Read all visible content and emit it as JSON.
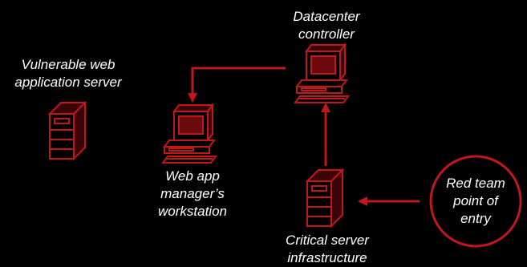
{
  "nodes": {
    "vulnerable_server": {
      "line1": "Vulnerable web",
      "line2": "application server",
      "icon": "server-tower-icon"
    },
    "datacenter_controller": {
      "line1": "Datacenter",
      "line2": "controller",
      "icon": "desktop-computer-icon"
    },
    "web_app_workstation": {
      "line1": "Web app",
      "line2": "manager’s",
      "line3": "workstation",
      "icon": "desktop-computer-icon"
    },
    "critical_infrastructure": {
      "line1": "Critical server",
      "line2": "infrastructure",
      "icon": "server-tower-icon"
    },
    "red_team_entry": {
      "line1": "Red team",
      "line2": "point of",
      "line3": "entry",
      "shape": "circle"
    }
  },
  "edges": [
    {
      "from": "red_team_entry",
      "to": "critical_infrastructure"
    },
    {
      "from": "critical_infrastructure",
      "to": "datacenter_controller"
    },
    {
      "from": "datacenter_controller",
      "to": "web_app_workstation"
    }
  ],
  "colors": {
    "background": "#000000",
    "accent": "#c0171c",
    "fill": "#6b0a0d",
    "text": "#ffffff"
  }
}
